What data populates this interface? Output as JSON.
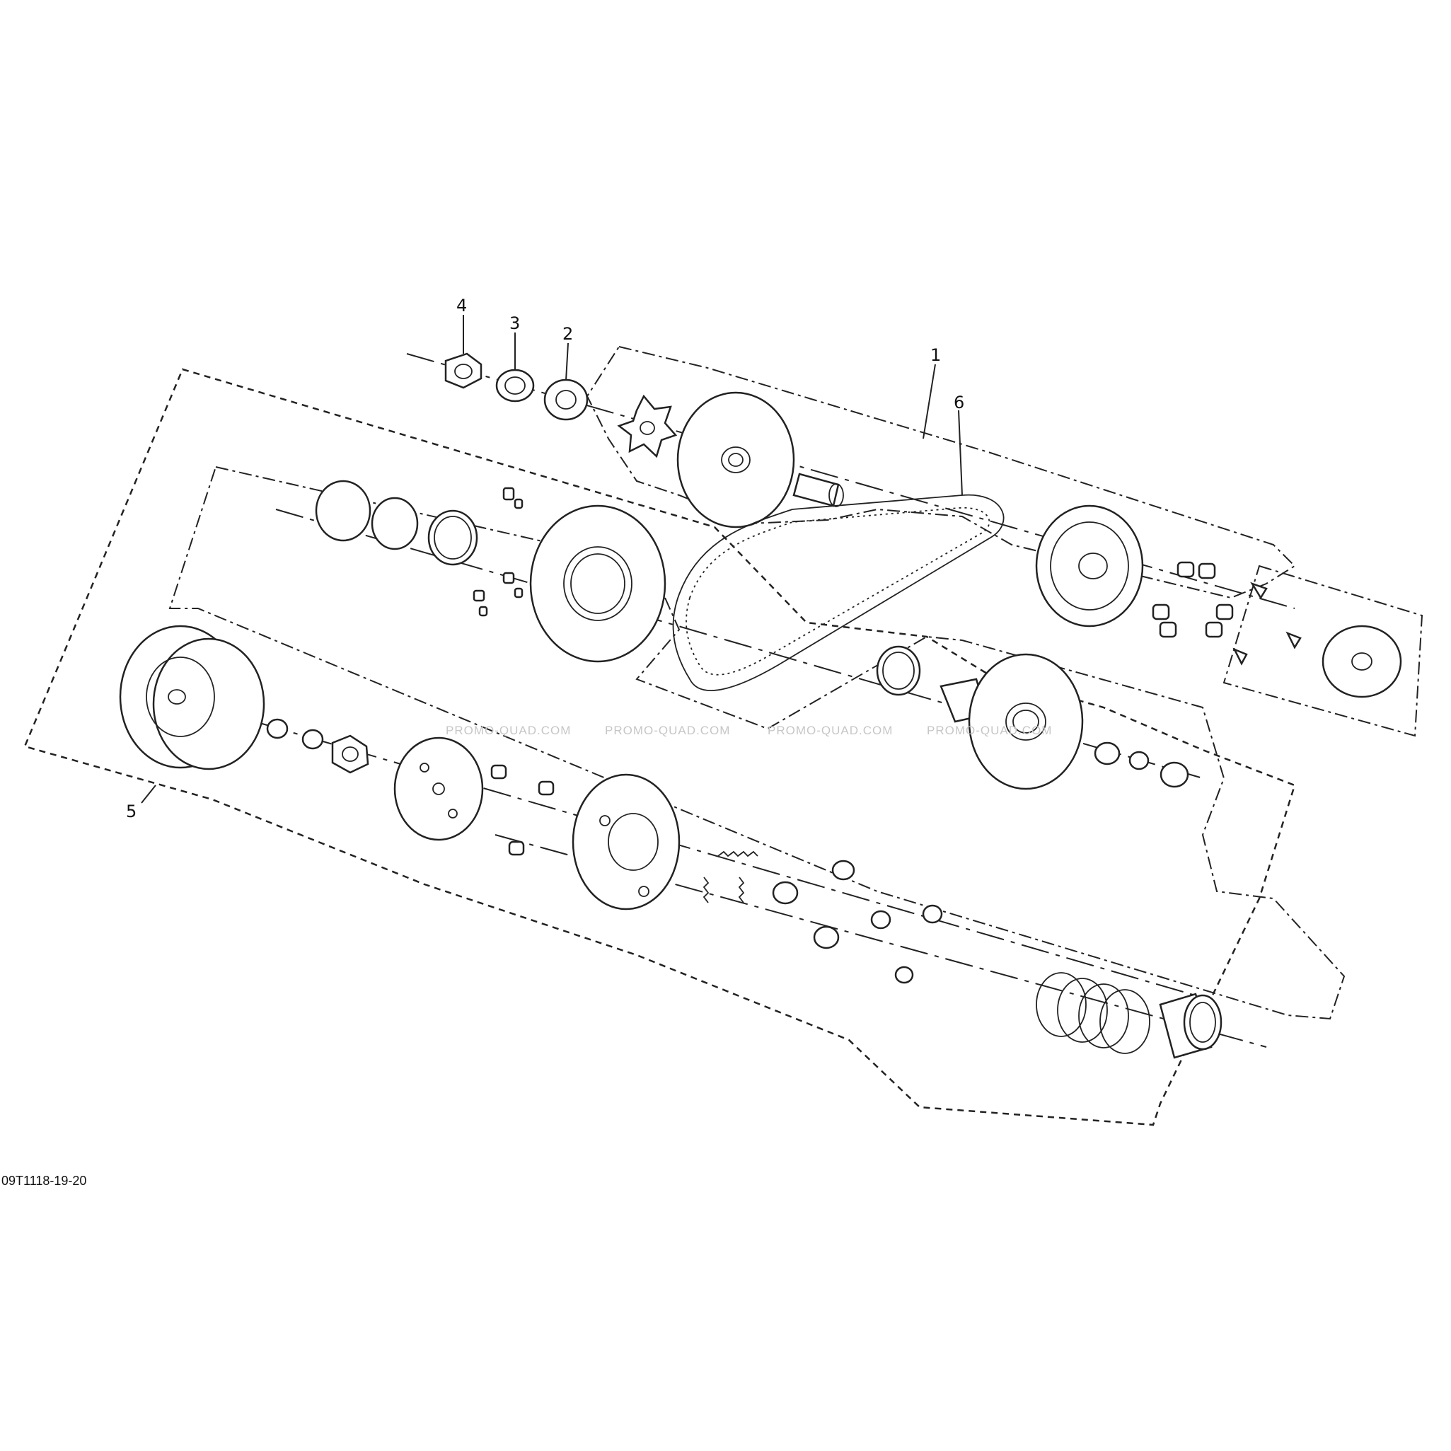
{
  "diagram": {
    "callouts": [
      "1",
      "2",
      "3",
      "4",
      "5",
      "6"
    ],
    "watermark": "PROMO-QUAD.COM",
    "figure_code": "09T1118-19-20"
  }
}
